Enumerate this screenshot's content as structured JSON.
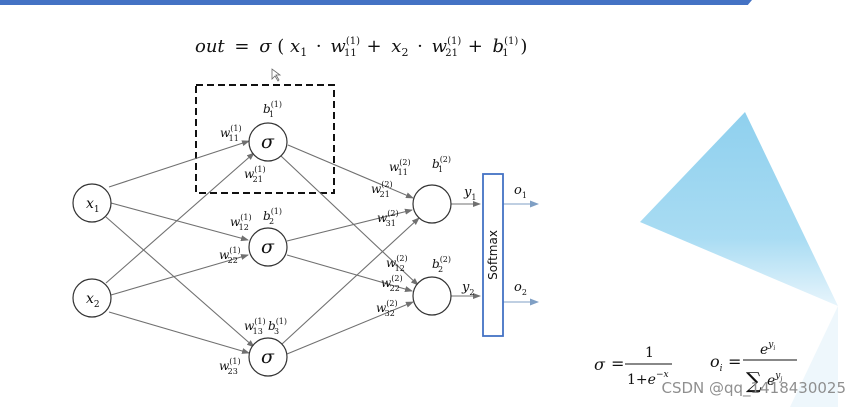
{
  "formula": {
    "out": "out",
    "eq": "=",
    "sigma": "σ",
    "lp": "(",
    "x1": "x",
    "x1_sub": "1",
    "dot1": "·",
    "w1": "w",
    "w1_sup": "(1)",
    "w1_sub": "11",
    "plus1": "+",
    "x2": "x",
    "x2_sub": "2",
    "dot2": "·",
    "w2": "w",
    "w2_sup": "(1)",
    "w2_sub": "21",
    "plus2": "+",
    "b": "b",
    "b_sup": "(1)",
    "b_sub": "1",
    "rp": ")"
  },
  "inputs": [
    {
      "base": "x",
      "sub": "1"
    },
    {
      "base": "x",
      "sub": "2"
    }
  ],
  "hidden_symbol": "σ",
  "biases": [
    {
      "base": "b",
      "sub": "1",
      "sup": "(1)"
    },
    {
      "base": "b",
      "sub": "2",
      "sup": "(1)"
    },
    {
      "base": "b",
      "sub": "3",
      "sup": "(1)"
    },
    {
      "base": "b",
      "sub": "1",
      "sup": "(2)"
    },
    {
      "base": "b",
      "sub": "2",
      "sup": "(2)"
    }
  ],
  "weights": [
    {
      "base": "w",
      "sub": "11",
      "sup": "(1)"
    },
    {
      "base": "w",
      "sub": "21",
      "sup": "(1)"
    },
    {
      "base": "w",
      "sub": "12",
      "sup": "(1)"
    },
    {
      "base": "w",
      "sub": "22",
      "sup": "(1)"
    },
    {
      "base": "w",
      "sub": "13",
      "sup": "(1)"
    },
    {
      "base": "w",
      "sub": "23",
      "sup": "(1)"
    },
    {
      "base": "w",
      "sub": "11",
      "sup": "(2)"
    },
    {
      "base": "w",
      "sub": "21",
      "sup": "(2)"
    },
    {
      "base": "w",
      "sub": "31",
      "sup": "(2)"
    },
    {
      "base": "w",
      "sub": "12",
      "sup": "(2)"
    },
    {
      "base": "w",
      "sub": "22",
      "sup": "(2)"
    },
    {
      "base": "w",
      "sub": "32",
      "sup": "(2)"
    }
  ],
  "outputs_y": [
    {
      "base": "y",
      "sub": "1"
    },
    {
      "base": "y",
      "sub": "2"
    }
  ],
  "outputs_o": [
    {
      "base": "o",
      "sub": "1"
    },
    {
      "base": "o",
      "sub": "2"
    }
  ],
  "softmax_label": "Softmax",
  "sigmoid_formula": {
    "lhs": "σ",
    "eq": "=",
    "num": "1",
    "den_one": "1",
    "den_plus": "+",
    "den_e": "e",
    "den_exp": "−x"
  },
  "softmax_formula": {
    "lhs": "o",
    "lhs_sub": "i",
    "eq": "=",
    "num_e": "e",
    "num_exp": "y",
    "num_exp_sub": "i",
    "sum": "∑",
    "den_e": "e",
    "den_exp": "y",
    "den_exp_sub": "j"
  },
  "watermark": "CSDN @qq_1418430025",
  "colors": {
    "arrow": "#707070",
    "softmax_border": "#4472c4",
    "triangle_top": "#8fd0ee",
    "triangle_bottom": "#e4f3fb",
    "topbar": "#4472c4"
  }
}
